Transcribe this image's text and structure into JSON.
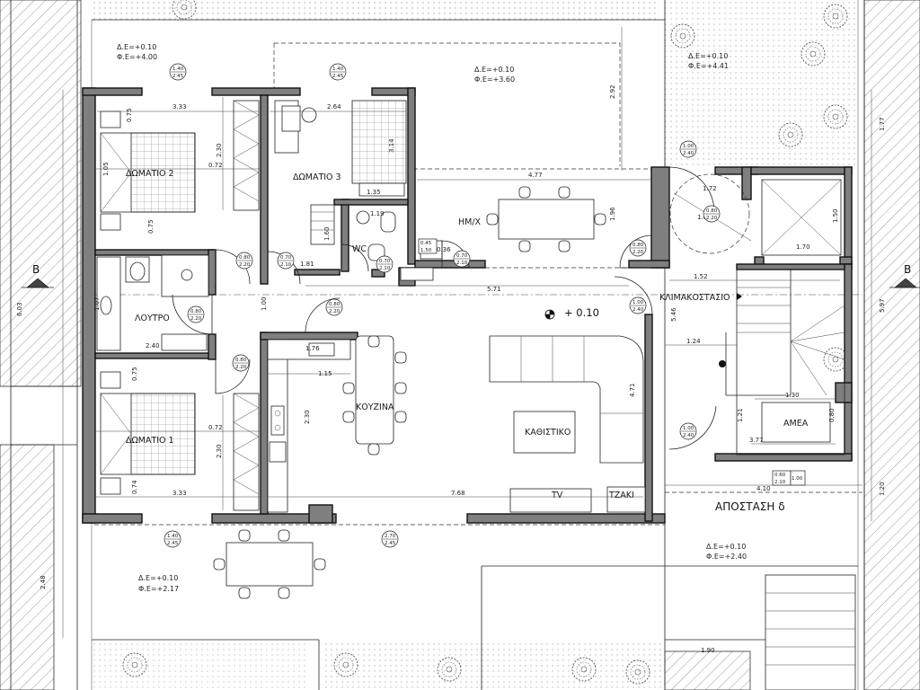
{
  "rooms": {
    "bedroom2": "ΔΩΜΑΤΙΟ 2",
    "bedroom3": "ΔΩΜΑΤΙΟ 3",
    "bedroom1": "ΔΩΜΑΤΙΟ 1",
    "bath": "ΛΟΥΤΡΟ",
    "wc": "WC",
    "dining": "ΗΜ/Χ",
    "stair": "ΚΛΙΜΑΚΟΣΤΑΣΙΟ",
    "kitchen": "ΚΟΥΖΙΝΑ",
    "living": "ΚΑΘΙΣΤΙΚΟ",
    "amea": "ΑΜΕΑ",
    "tv": "TV",
    "fireplace": "ΤΖΑΚΙ"
  },
  "levels": {
    "nw_de": "Δ.Ε=+0.10",
    "nw_fe": "Φ.Ε=+4.00",
    "n_de": "Δ.Ε=+0.10",
    "n_fe": "Φ.Ε=+3.60",
    "ne_de": "Δ.Ε=+0.10",
    "ne_fe": "Φ.Ε=+4.41",
    "sw_de": "Δ.Ε=+0.10",
    "sw_fe": "Φ.Ε=+2.17",
    "se_de": "Δ.Ε=+0.10",
    "se_fe": "Φ.Ε=+2.40",
    "floor": "+ 0.10"
  },
  "distance_label": "ΑΠΟΣΤΑΣΗ δ",
  "section_marks": {
    "left": "B",
    "right": "B"
  },
  "dimensions": {
    "d333a": "3.33",
    "d264": "2.64",
    "d292": "2.92",
    "d075a": "0.75",
    "d230a": "2.30",
    "d072a": "0.72",
    "d314": "3.14",
    "d135": "1.35",
    "d119": "1.19",
    "d477": "4.77",
    "d196": "1.96",
    "d160": "1.60",
    "d150": "1.50",
    "d170": "1.70",
    "d075b": "0.75",
    "d105": "1.05",
    "d181": "1.81",
    "d152": "1.52",
    "d571": "5.71",
    "d107": "1.07",
    "d100": "1.00",
    "d240": "2.40",
    "d176": "1.76",
    "d115": "1.15",
    "d124": "1.24",
    "d546": "5.46",
    "d471": "4.71",
    "d075c": "0.75",
    "d230b": "2.30",
    "d072b": "0.72",
    "d230c": "2.30",
    "d074": "0.74",
    "d333b": "3.33",
    "d768": "7.68",
    "d130": "1.30",
    "d121": "1.21",
    "d080": "0.80",
    "d377": "3.77",
    "d410": "4.10",
    "d603": "6.03",
    "d597": "5.97",
    "d177": "1.77",
    "d248": "2.48",
    "d120": "1.20",
    "d190": "1.90",
    "d172": "1.72",
    "d036": "0.36"
  },
  "tags": {
    "w_top1": [
      "1.40",
      "2.45"
    ],
    "w_top2": [
      "1.40",
      "2.45"
    ],
    "w_ne": [
      "1.00",
      "2.40"
    ],
    "w_stair": [
      "0.80",
      "2.20"
    ],
    "door_b2": [
      "0.80",
      "2.20"
    ],
    "door_b3": [
      "0.70",
      "2.10"
    ],
    "door_wc": [
      "0.70",
      "2.10"
    ],
    "door_dining": [
      "0.70",
      "2.10"
    ],
    "door_hall": [
      "0.80",
      "2.20"
    ],
    "door_bath": [
      "0.80",
      "2.20"
    ],
    "door_b1": [
      "0.80",
      "2.20"
    ],
    "door_stair": [
      "0.80",
      "2.20"
    ],
    "door_entry": [
      "1.00",
      "2.40"
    ],
    "door_e2": [
      "1.00",
      "2.40"
    ],
    "w_bot1": [
      "1.40",
      "2.45"
    ],
    "w_bot2": [
      "2.70",
      "2.45"
    ],
    "w_amea": [
      "0.60",
      "2.10"
    ],
    "w_amea2": [
      "1.00"
    ],
    "w_wc": [
      "0.45",
      "1.50"
    ]
  },
  "colors": {
    "wall_fill": "#7f7f7f",
    "line": "#222222",
    "background": "#ffffff"
  }
}
